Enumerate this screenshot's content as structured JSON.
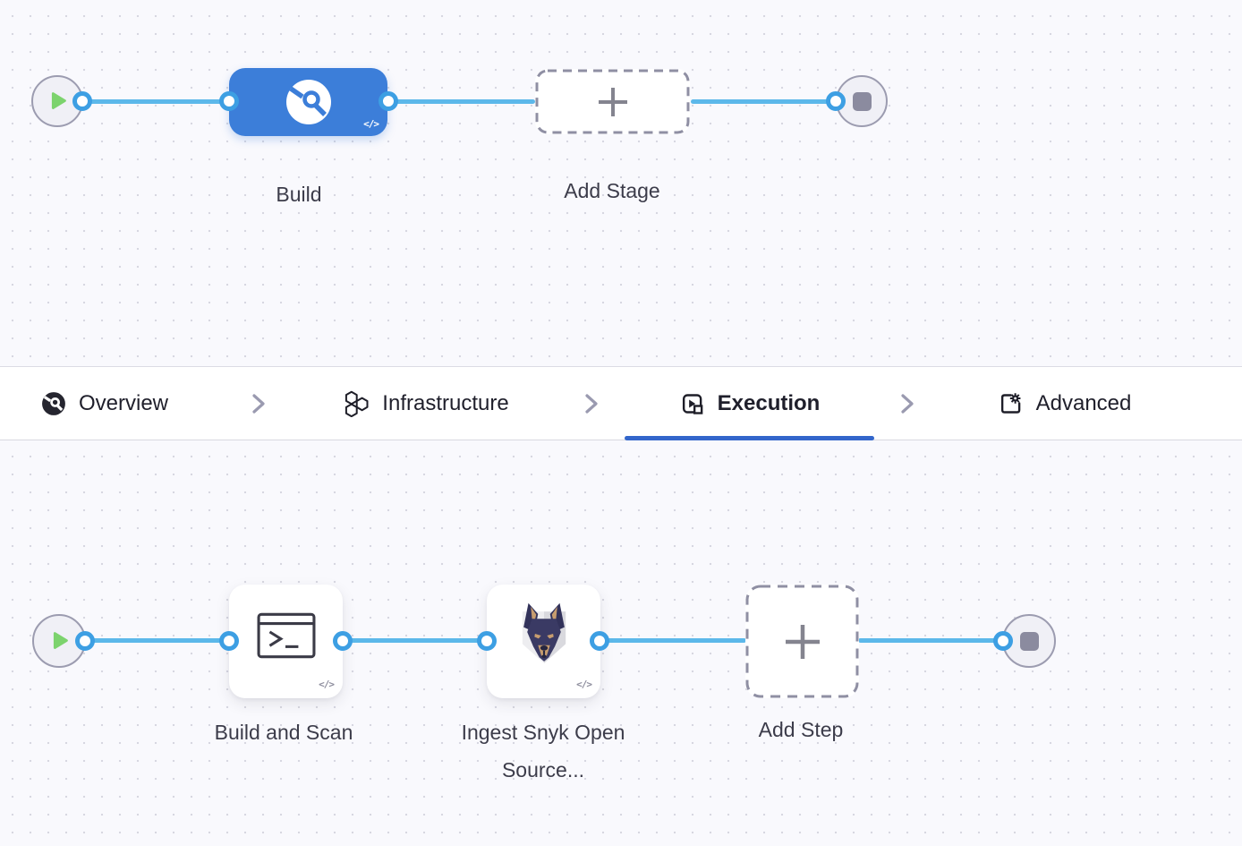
{
  "colors": {
    "stage_blue": "#3c7ed9",
    "active_tab_underline": "#3366cb",
    "connector_line": "#5cb8ea",
    "port_ring": "#3d9fe3",
    "play_green": "#7cd36d",
    "stop_square_gray": "#8b8b9f",
    "canvas_bg": "#f9f9fd"
  },
  "stage_pipeline": {
    "start_icon": "play-icon",
    "end_icon": "stop-icon",
    "build_stage": {
      "label": "Build",
      "icon": "ci-build-icon",
      "code_glyph": "</>"
    },
    "add_stage": {
      "label": "Add Stage",
      "icon": "plus-icon"
    }
  },
  "tab_bar": {
    "separator_icon": "chevron-right-icon",
    "tabs": [
      {
        "label": "Overview",
        "icon": "ci-overview-icon",
        "active": false
      },
      {
        "label": "Infrastructure",
        "icon": "hexagons-icon",
        "active": false
      },
      {
        "label": "Execution",
        "icon": "stage-play-icon",
        "active": true
      },
      {
        "label": "Advanced",
        "icon": "gear-square-icon",
        "active": false
      }
    ]
  },
  "execution_pipeline": {
    "start_icon": "play-icon",
    "end_icon": "stop-icon",
    "steps": [
      {
        "label": "Build and Scan",
        "icon": "terminal-icon",
        "code_glyph": "</>"
      },
      {
        "label": "Ingest Snyk Open Source...",
        "icon": "snyk-dog-icon",
        "code_glyph": "</>"
      },
      {
        "label": "Add Step",
        "icon": "plus-icon"
      }
    ]
  }
}
